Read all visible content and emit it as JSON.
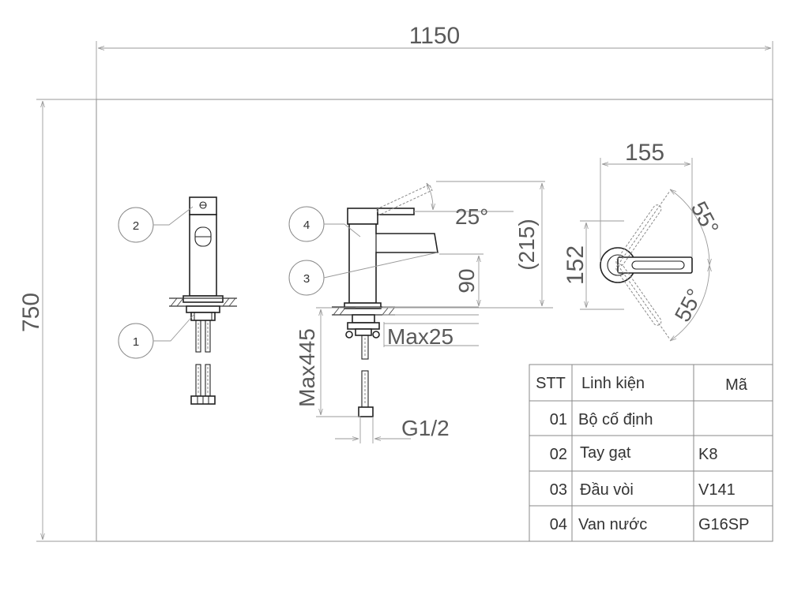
{
  "dimensions": {
    "overall_width": "1150",
    "overall_height": "750",
    "top_width": "155",
    "top_depth": "152",
    "angle_right_top": "55°",
    "angle_right_bottom": "55°",
    "lever_angle": "25°",
    "total_height": "(215)",
    "spout_height": "90",
    "max_thickness": "Max25",
    "max_length": "Max445",
    "thread": "G1/2"
  },
  "callouts": [
    "1",
    "2",
    "3",
    "4"
  ],
  "table": {
    "headers": [
      "STT",
      "Linh kiện",
      "Mã"
    ],
    "rows": [
      [
        "01",
        "Bộ cố định",
        ""
      ],
      [
        "02",
        "Tay gạt",
        "K8"
      ],
      [
        "03",
        "Đầu vòi",
        "V141"
      ],
      [
        "04",
        "Van nước",
        "G16SP"
      ]
    ]
  }
}
